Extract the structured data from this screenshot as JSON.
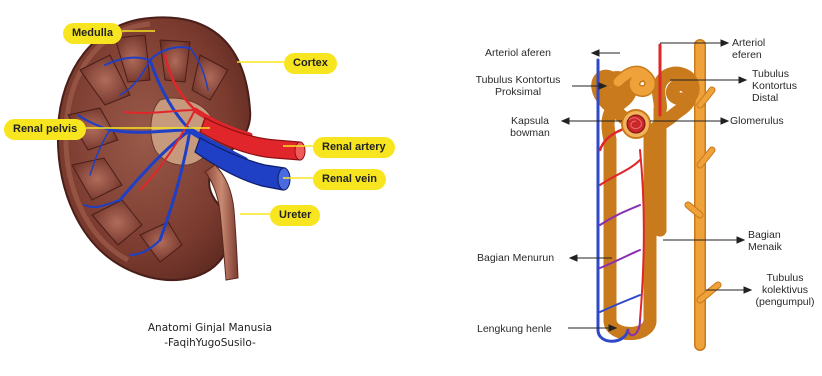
{
  "kidney": {
    "labels": {
      "medulla": "Medulla",
      "cortex": "Cortex",
      "renal_pelvis": "Renal pelvis",
      "renal_artery": "Renal artery",
      "renal_vein": "Renal vein",
      "ureter": "Ureter"
    },
    "caption": {
      "line1": "Anatomi Ginjal Manusia",
      "line2": "-FaqihYugoSusilo-"
    },
    "colors": {
      "label_bg": "#f7e61f",
      "tissue": "#7a3a2e",
      "artery": "#e0262a",
      "vein": "#1f3fc4"
    }
  },
  "nephron": {
    "labels": {
      "arteriol_aferen": "Arteriol aferen",
      "arteriol_eferen_1": "Arteriol",
      "arteriol_eferen_2": "eferen",
      "tubulus_proksimal_1": "Tubulus Kontortus",
      "tubulus_proksimal_2": "Proksimal",
      "tubulus_distal_1": "Tubulus",
      "tubulus_distal_2": "Kontortus",
      "tubulus_distal_3": "Distal",
      "kapsula_1": "Kapsula",
      "kapsula_2": "bowman",
      "glomerulus": "Glomerulus",
      "bagian_menaik_1": "Bagian",
      "bagian_menaik_2": "Menaik",
      "bagian_menurun": "Bagian Menurun",
      "kolektivus_1": "Tubulus",
      "kolektivus_2": "kolektivus",
      "kolektivus_3": "(pengumpul)",
      "lengkung_henle": "Lengkung henle"
    },
    "colors": {
      "tubule": "#f0a23a",
      "tubule_edge": "#c87a1c",
      "artery": "#e0262a",
      "vein": "#2f49c9"
    }
  }
}
